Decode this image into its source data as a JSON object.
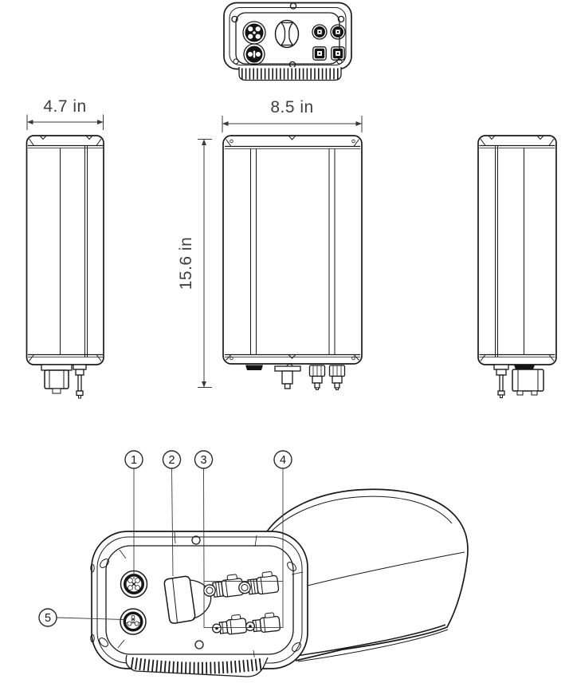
{
  "page": {
    "background": "#ffffff"
  },
  "palette": {
    "line": "#1a1a1a",
    "dark_fill": "#141414",
    "dimension_text": "#3e3e44",
    "leader_line": "#3c3c3c"
  },
  "views": {
    "side_left": {
      "width_dimension": "4.7 in"
    },
    "front": {
      "width_dimension": "8.5 in",
      "height_dimension": "15.6 in"
    },
    "perspective": {
      "callouts": [
        "1",
        "2",
        "3",
        "4",
        "5"
      ]
    }
  }
}
